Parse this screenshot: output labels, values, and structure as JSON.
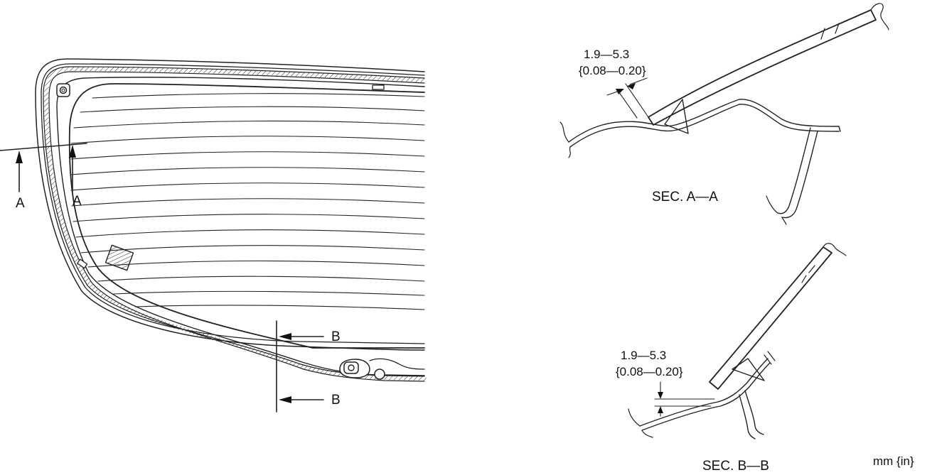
{
  "diagram": {
    "section_a_label": "SEC. A—A",
    "section_b_label": "SEC. B—B",
    "cut_a_marker_left": "A",
    "cut_a_marker_right": "A",
    "cut_b_marker_top": "B",
    "cut_b_marker_bottom": "B",
    "dim_a_mm": "1.9—5.3",
    "dim_a_in": "{0.08—0.20}",
    "dim_b_mm": "1.9—5.3",
    "dim_b_in": "{0.08—0.20}",
    "units_note": "mm {in}"
  }
}
